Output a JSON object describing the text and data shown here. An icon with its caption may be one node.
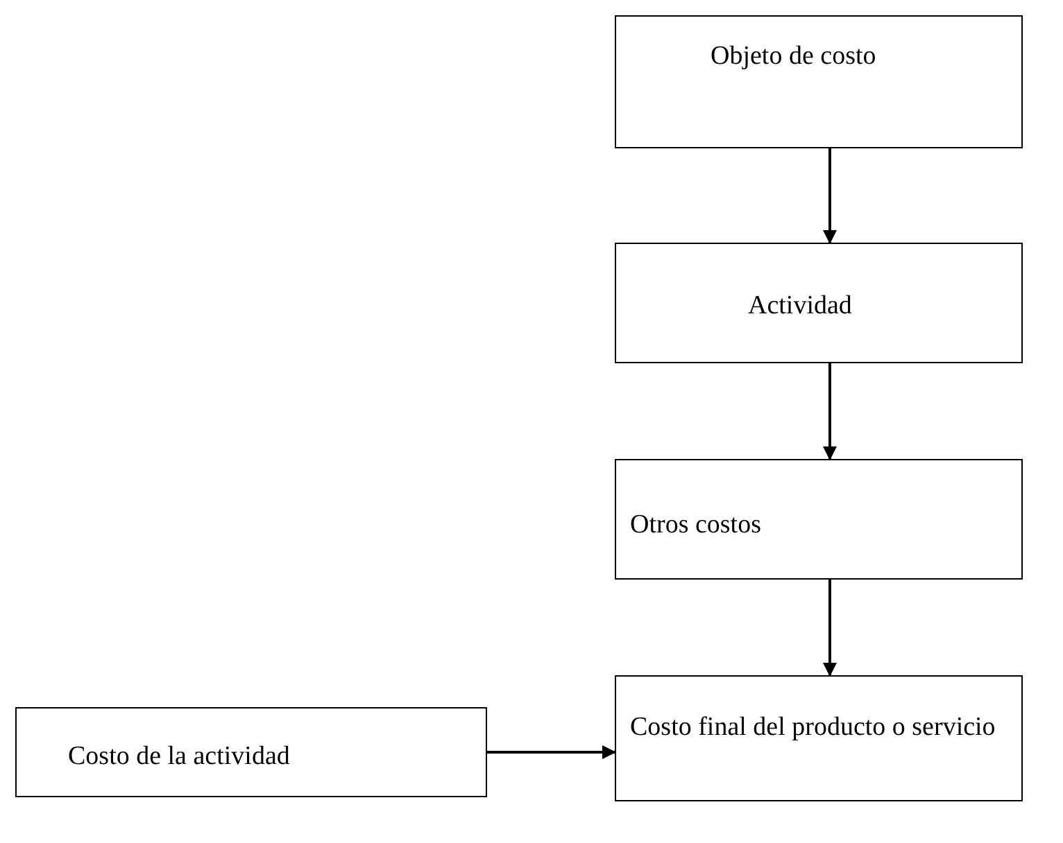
{
  "diagram": {
    "nodes": [
      {
        "text": [
          "Objeto de costo"
        ]
      },
      {
        "text": [
          "Actividad"
        ]
      },
      {
        "text": [
          "Otros costos"
        ]
      },
      {
        "text": [
          "Costo final del producto o servicio"
        ]
      },
      {
        "text": [
          "Costo de la actividad"
        ]
      }
    ],
    "edges": [
      {
        "from": 0,
        "to": 1,
        "arrow": "to"
      },
      {
        "from": 1,
        "to": 2,
        "arrow": "to"
      },
      {
        "from": 2,
        "to": 3,
        "arrow": "to"
      },
      {
        "from": 4,
        "to": 3,
        "arrow": "to"
      }
    ]
  }
}
